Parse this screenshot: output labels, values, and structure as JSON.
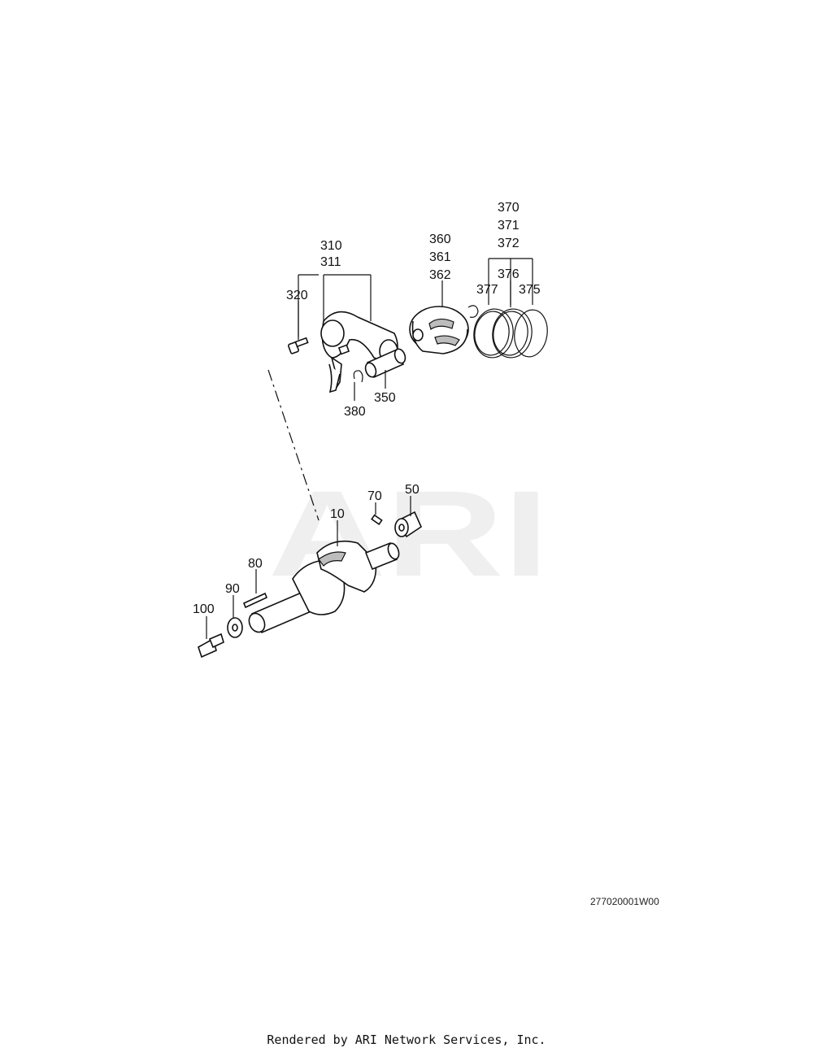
{
  "watermark": {
    "text": "ARI"
  },
  "labels": {
    "p370": "370",
    "p371": "371",
    "p372": "372",
    "p310": "310",
    "p311": "311",
    "p360": "360",
    "p361": "361",
    "p362": "362",
    "p320": "320",
    "p377": "377",
    "p376": "376",
    "p375": "375",
    "p380": "380",
    "p350": "350",
    "p70": "70",
    "p50": "50",
    "p10": "10",
    "p80": "80",
    "p90": "90",
    "p100": "100"
  },
  "drawing_id": "277020001W00",
  "footer": "Rendered by ARI Network Services, Inc."
}
